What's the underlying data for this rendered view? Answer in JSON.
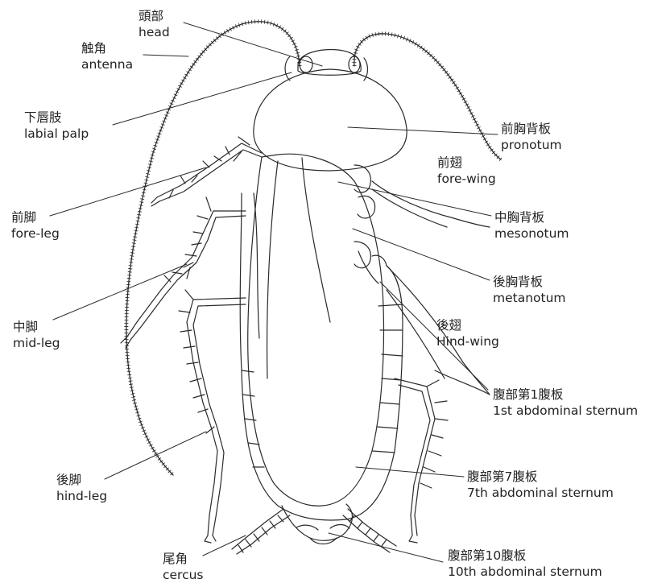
{
  "colors": {
    "line": "#2a2a2a",
    "text": "#222222",
    "background": "#ffffff"
  },
  "labels": {
    "head": {
      "ja": "頭部",
      "en": "head"
    },
    "antenna": {
      "ja": "触角",
      "en": "antenna"
    },
    "labial_palp": {
      "ja": "下唇肢",
      "en": "labial palp"
    },
    "pronotum": {
      "ja": "前胸背板",
      "en": "pronotum"
    },
    "fore_wing": {
      "ja": "前翅",
      "en": "fore-wing"
    },
    "mesonotum": {
      "ja": "中胸背板",
      "en": "mesonotum"
    },
    "fore_leg": {
      "ja": "前脚",
      "en": "fore-leg"
    },
    "metanotum": {
      "ja": "後胸背板",
      "en": "metanotum"
    },
    "mid_leg": {
      "ja": "中脚",
      "en": "mid-leg"
    },
    "hind_wing": {
      "ja": "後翅",
      "en": "Hind-wing"
    },
    "sternum_1": {
      "ja": "腹部第1腹板",
      "en": "1st abdominal sternum"
    },
    "sternum_7": {
      "ja": "腹部第7腹板",
      "en": "7th abdominal sternum"
    },
    "hind_leg": {
      "ja": "後脚",
      "en": "hind-leg"
    },
    "cercus": {
      "ja": "尾角",
      "en": "cercus"
    },
    "sternum_10": {
      "ja": "腹部第10腹板",
      "en": "10th abdominal sternum"
    }
  }
}
